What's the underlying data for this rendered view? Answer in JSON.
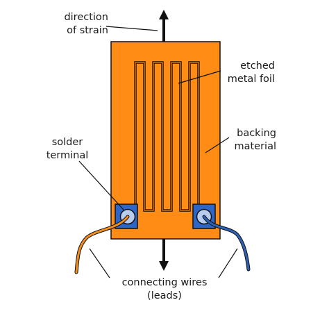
{
  "labels": {
    "direction": [
      "direction",
      "of strain"
    ],
    "foil": [
      "etched",
      "metal foil"
    ],
    "backing": [
      "backing",
      "material"
    ],
    "solder": [
      "solder",
      "terminal"
    ],
    "wires": [
      "connecting wires",
      "(leads)"
    ]
  },
  "colors": {
    "backing": "#ff8c14",
    "foil_line": "#111111",
    "terminal_pad": "#2b66c8",
    "terminal_disc": "#b9cdf0",
    "wire_left": "#f28e1c",
    "wire_right": "#2e60b3",
    "arrow": "#111111",
    "leader": "#111111"
  },
  "icons": {
    "strain_arrow_up": "arrow-up-icon",
    "strain_arrow_down": "arrow-down-icon"
  }
}
